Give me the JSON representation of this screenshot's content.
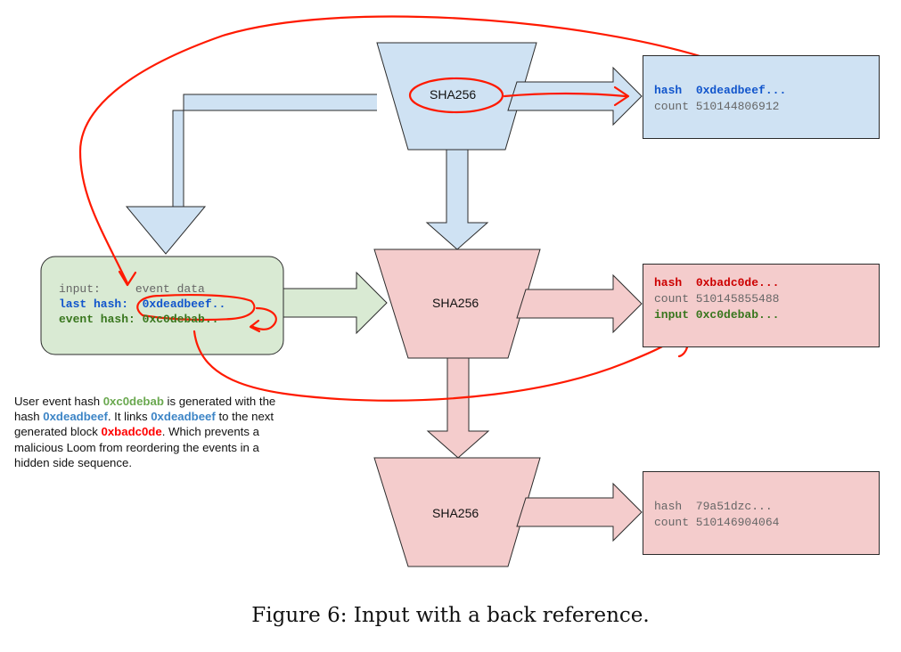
{
  "colors": {
    "blue_fill": "#cfe2f3",
    "green_fill": "#d9ead3",
    "red_fill": "#f4cccc",
    "annotation_red": "#ff1a00",
    "text_blue": "#1155cc",
    "text_green": "#38761d",
    "text_red": "#cc0000",
    "text_gray": "#666666"
  },
  "hashers": [
    {
      "label": "SHA256"
    },
    {
      "label": "SHA256"
    },
    {
      "label": "SHA256"
    }
  ],
  "output_top": {
    "hash_key": "hash",
    "hash_value": "0xdeadbeef...",
    "count_line": "count 510144806912"
  },
  "output_middle": {
    "hash_key": "hash",
    "hash_value": "0xbadc0de...",
    "count_line": "count 510145855488",
    "input_line": "input 0xc0debab..."
  },
  "output_bottom": {
    "hash_line": "hash  79a51dzc...",
    "count_line": "count 510146904064"
  },
  "event_box": {
    "input_label": "input:",
    "input_value": "event data",
    "last_hash_label": "last hash:",
    "last_hash_value": "0xdeadbeef..",
    "event_hash_label": "event hash:",
    "event_hash_value": "0xc0debab.."
  },
  "note": {
    "t1": "User event hash ",
    "h1": "0xc0debab",
    "t2": " is generated with the hash ",
    "h2": "0xdeadbeef",
    "t3": ".  It links ",
    "h3": "0xdeadbeef",
    "t4": " to the next generated block ",
    "h4": "0xbadc0de",
    "t5": ".  Which prevents a malicious Loom from reordering the events in a hidden side sequence."
  },
  "caption": "Figure 6: Input with a back reference."
}
